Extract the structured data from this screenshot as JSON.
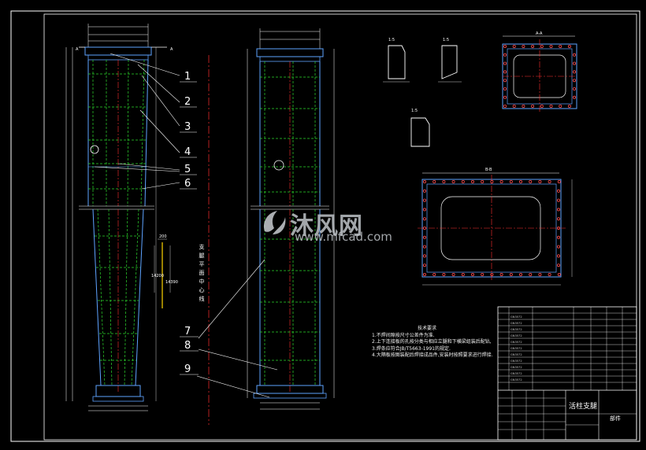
{
  "drawing": {
    "title_block": {
      "part_name": "活柱支腿",
      "material_label": "部件"
    },
    "callouts": [
      "1",
      "2",
      "3",
      "4",
      "5",
      "6",
      "7",
      "8",
      "9"
    ],
    "vertical_note": "支腿平面中心线",
    "dims": {
      "left_small_a": "200",
      "left_small_b": "14200",
      "left_small_c": "14390"
    },
    "sections": {
      "aa": "A-A",
      "bb": "B-B",
      "small_1": "1:5",
      "small_2": "1:5",
      "small_3": "1:5"
    },
    "notes": {
      "title": "技术要求",
      "items": [
        "1.不焊间隙按尺寸公差件为准.",
        "2.上下连接板的孔按分类与相应立腿和下横梁组装后配钻,",
        "3.焊条应符合JB/T5663-1991的规定.",
        "4.大隔板按图装配后焊接成品件,安装时按照要求进行焊接."
      ]
    }
  },
  "watermark": {
    "main": "沐风网",
    "sub": "www.mfcad.com"
  },
  "colors": {
    "frame": "#ffffff",
    "struct": "#5ea3ff",
    "hidden": "#2dd72d",
    "center": "#ff3030",
    "dim": "#ffffff",
    "bolt": "#ff4a4a",
    "yellow": "#ffd400"
  }
}
